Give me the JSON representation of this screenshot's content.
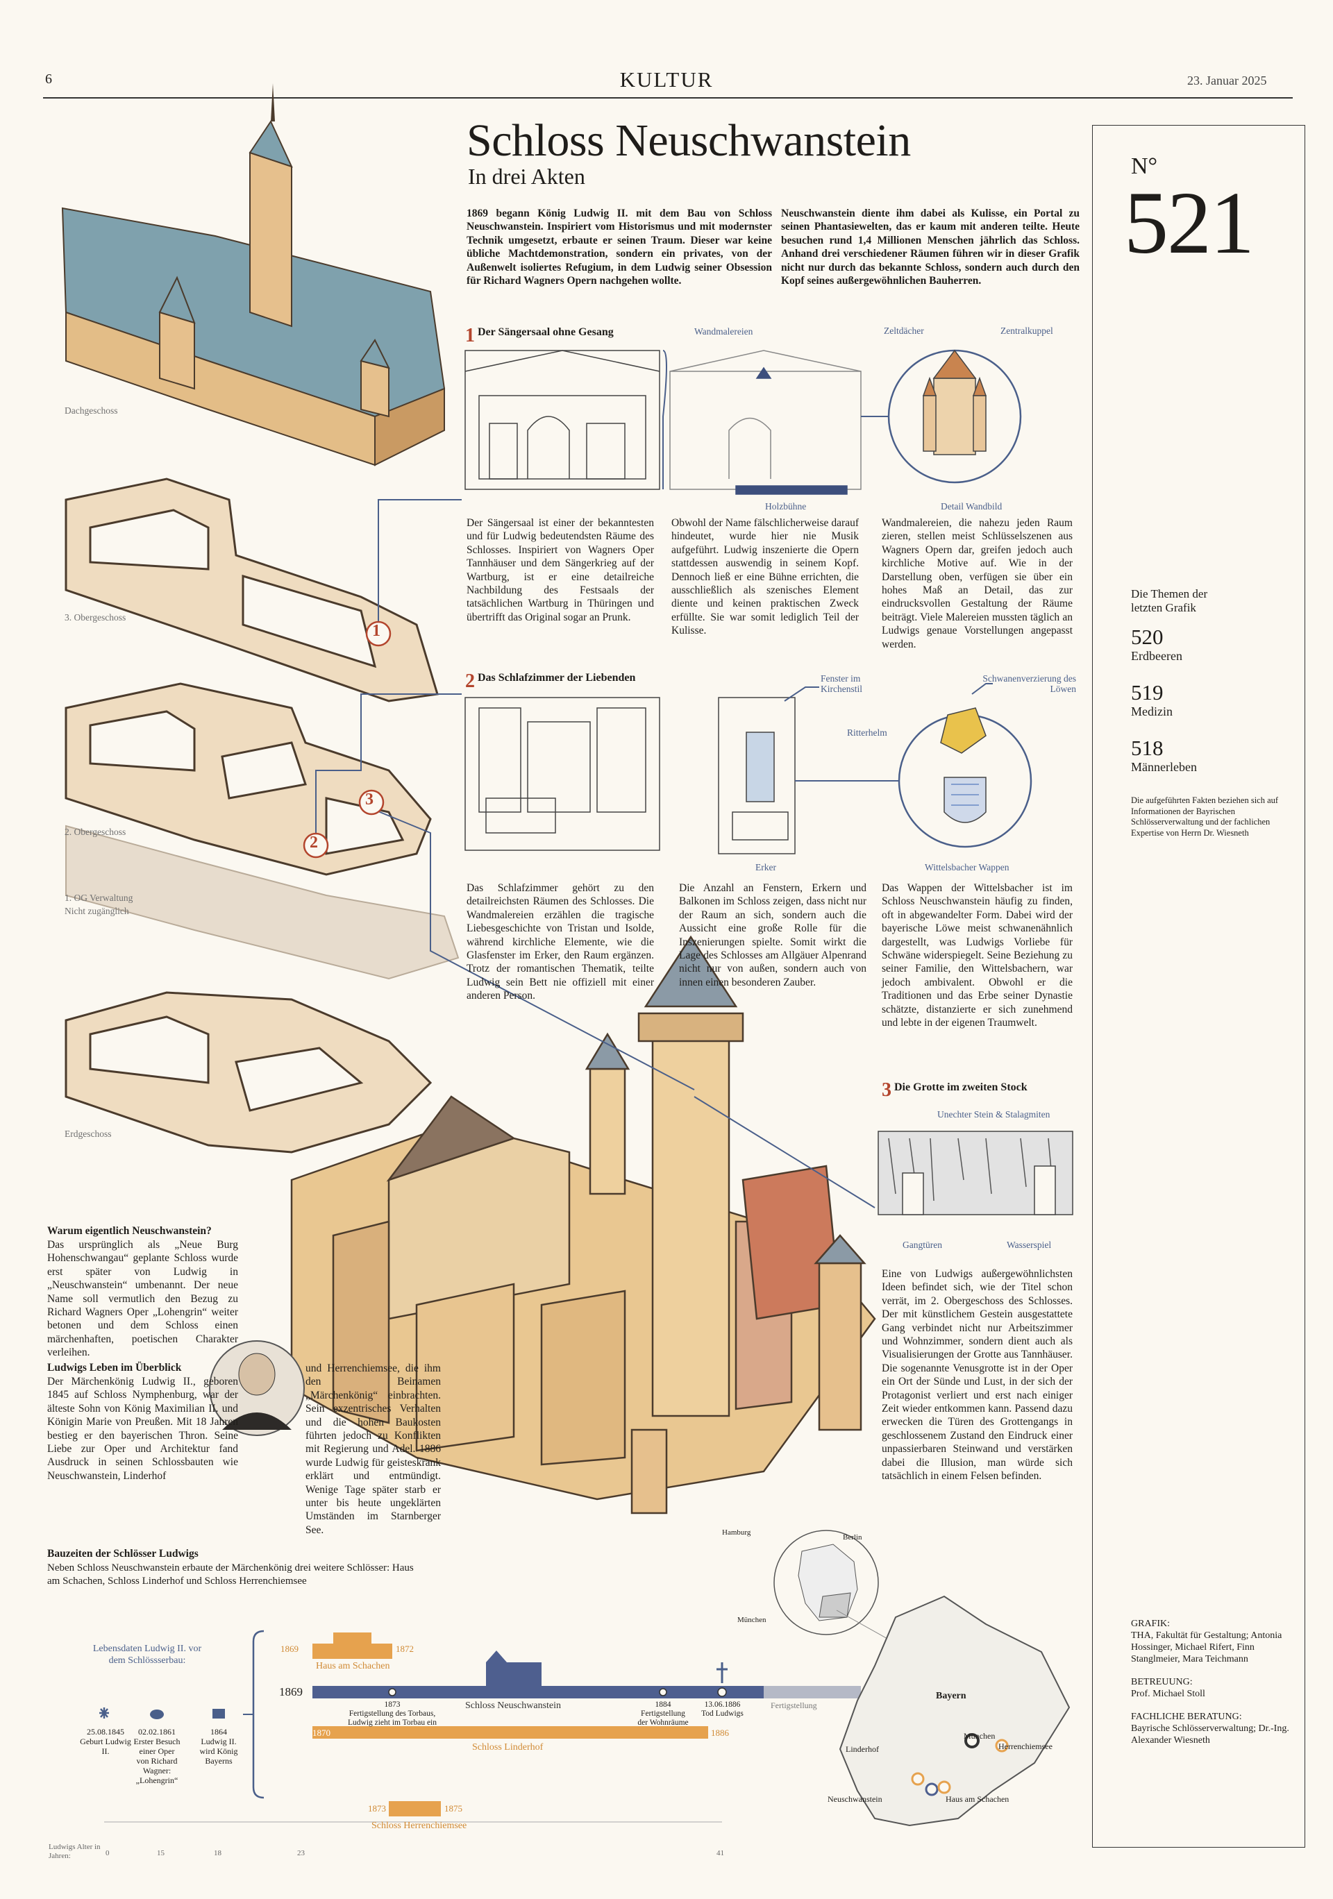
{
  "header": {
    "page_number": "6",
    "section": "KULTUR",
    "date": "23. Januar 2025"
  },
  "title": {
    "main": "Schloss Neuschwanstein",
    "sub": "In drei Akten"
  },
  "intro": {
    "col1": "1869 begann König Ludwig II. mit dem Bau von Schloss Neuschwanstein. Inspiriert vom Historismus und mit modernster Technik umgesetzt, erbaute er seinen Traum. Dieser war keine übliche Machtdemonstration, sondern ein privates, von der Außenwelt isoliertes Refugium, in dem Ludwig seiner Obsession für Richard Wagners Opern nachgehen wollte.",
    "col2": "Neuschwanstein diente ihm dabei als Kulisse, ein Portal zu seinen Phantasiewelten, das er kaum mit anderen teilte. Heute besuchen rund 1,4 Millionen Menschen jährlich das Schloss. Anhand drei verschiedener Räumen führen wir in dieser Grafik nicht nur durch das bekannte Schloss, sondern auch durch den Kopf seines außergewöhnlichen Bauherren."
  },
  "floors": {
    "dach": "Dachgeschoss",
    "og3": "3. Obergeschoss",
    "og2": "2. Obergeschoss",
    "og1": "1. OG Verwaltung",
    "og1_note": "Nicht zugänglich",
    "eg": "Erdgeschoss"
  },
  "markers": [
    "1",
    "2",
    "3"
  ],
  "section1": {
    "num": "1",
    "title": "Der Sängersaal ohne Gesang",
    "labels": {
      "wandmalereien": "Wandmalereien",
      "zeltdaecher": "Zeltdächer",
      "zentralkuppel": "Zentralkuppel",
      "holzbuehne": "Holzbühne",
      "detail": "Detail Wandbild"
    },
    "text1": "Der Sängersaal ist einer der bekanntesten und für Ludwig bedeutendsten Räume des Schlosses. Inspiriert von Wagners Oper Tannhäuser und dem Sängerkrieg auf der Wartburg, ist er eine detailreiche Nachbildung des Festsaals der tatsächlichen Wartburg in Thüringen und übertrifft das Original sogar an Prunk.",
    "text2": "Obwohl der Name fälschlicherweise darauf hindeutet, wurde hier nie Musik aufgeführt. Ludwig inszenierte die Opern stattdessen auswendig in seinem Kopf. Dennoch ließ er eine Bühne errichten, die ausschließlich als szenisches Element diente und keinen praktischen Zweck erfüllte. Sie war somit lediglich Teil der Kulisse.",
    "text3": "Wandmalereien, die nahezu jeden Raum zieren, stellen meist Schlüsselszenen aus Wagners Opern dar, greifen jedoch auch kirchliche Motive auf. Wie in der Darstellung oben, verfügen sie über ein hohes Maß an Detail, das zur eindrucksvollen Gestaltung der Räume beiträgt. Viele Malereien mussten täglich an Ludwigs genaue Vorstellungen angepasst werden."
  },
  "section2": {
    "num": "2",
    "title": "Das Schlafzimmer der Liebenden",
    "labels": {
      "fenster": "Fenster im Kirchenstil",
      "schwan": "Schwanenverzierung des Löwen",
      "ritterhelm": "Ritterhelm",
      "erker": "Erker",
      "wappen": "Wittelsbacher Wappen"
    },
    "text1": "Das Schlafzimmer gehört zu den detailreichsten Räumen des Schlosses. Die Wandmalereien erzählen die tragische Liebesgeschichte von Tristan und Isolde, während kirchliche Elemente, wie die Glasfenster im Erker, den Raum ergänzen. Trotz der romantischen Thematik, teilte Ludwig sein Bett nie offiziell mit einer anderen Person.",
    "text2": "Die Anzahl an Fenstern, Erkern und Balkonen im Schloss zeigen, dass nicht nur der Raum an sich, sondern auch die Aussicht eine große Rolle für die Inszenierungen spielte. Somit wirkt die Lage des Schlosses am Allgäuer Alpenrand nicht nur von außen, sondern auch von innen einen besonderen Zauber.",
    "text3": "Das Wappen der Wittelsbacher ist im Schloss Neuschwanstein häufig zu finden, oft in abgewandelter Form. Dabei wird der bayerische Löwe meist schwanenähnlich dargestellt, was Ludwigs Vorliebe für Schwäne widerspiegelt. Seine Beziehung zu seiner Familie, den Wittelsbachern, war jedoch ambivalent. Obwohl er die Traditionen und das Erbe seiner Dynastie schätzte, distanzierte er sich zunehmend und lebte in der eigenen Traumwelt."
  },
  "section3": {
    "num": "3",
    "title": "Die Grotte im zweiten Stock",
    "labels": {
      "stein": "Unechter Stein & Stalagmiten",
      "gangtueren": "Gangtüren",
      "wasserspiel": "Wasserspiel"
    },
    "text": "Eine von Ludwigs außergewöhnlichsten Ideen befindet sich, wie der Titel schon verrät, im 2. Obergeschoss des Schlosses. Der mit künstlichem Gestein ausgestattete Gang verbindet nicht nur Arbeitszimmer und Wohnzimmer, sondern dient auch als Visualisierungen der Grotte aus Tannhäuser. Die sogenannte Venusgrotte ist in der Oper ein Ort der Sünde und Lust, in der sich der Protagonist verliert und erst nach einiger Zeit wieder entkommen kann. Passend dazu erwecken die Türen des Grottengangs in geschlossenem Zustand den Eindruck einer unpassierbaren Steinwand und verstärken dabei die Illusion, man würde sich tatsächlich in einem Felsen befinden."
  },
  "why": {
    "title": "Warum eigentlich Neuschwanstein?",
    "text": "Das ursprünglich als „Neue Burg Hohenschwangau“ geplante Schloss wurde erst später von Ludwig in „Neuschwanstein“ umbenannt. Der neue Name soll vermutlich den Bezug zu Richard Wagners Oper „Lohengrin“ weiter betonen und dem Schloss einen märchenhaften, poetischen Charakter verleihen."
  },
  "life": {
    "title": "Ludwigs Leben im Überblick",
    "text1": "Der Märchenkönig Ludwig II., geboren 1845 auf Schloss Nymphenburg, war der älteste Sohn von König Maximilian II. und Königin Marie von Preußen. Mit 18 Jahren bestieg er den bayerischen Thron. Seine Liebe zur Oper und Architektur fand Ausdruck in seinen Schlossbauten wie Neuschwanstein, Linderhof",
    "text2": "und Herrenchiemsee, die ihm den Beinamen „Märchenkönig“ einbrachten. Sein exzentrisches Verhalten und die hohen Baukosten führten jedoch zu Konflikten mit Regierung und Adel. 1886 wurde Ludwig für geisteskrank erklärt und entmündigt. Wenige Tage später starb er unter bis heute ungeklärten Umständen im Starnberger See."
  },
  "timeline": {
    "title": "Bauzeiten der Schlösser Ludwigs",
    "subtitle": "Neben Schloss Neuschwanstein erbaute der Märchenkönig drei weitere Schlösser: Haus am Schachen, Schloss Linderhof und Schloss Herrenchiemsee",
    "life_title": "Lebensdaten Ludwig II. vor dem Schlössserbau:",
    "life_events": [
      {
        "date": "25.08.1845",
        "text": "Geburt Ludwig II."
      },
      {
        "date": "02.02.1861",
        "text": "Erster Besuch einer Oper von Richard Wagner: „Lohengrin“"
      },
      {
        "date": "1864",
        "text": "Ludwig II. wird König Bayerns"
      }
    ],
    "age_label": "Ludwigs Alter in Jahren:",
    "ages": [
      "0",
      "15",
      "18",
      "23",
      "41"
    ],
    "castles": [
      {
        "name": "Haus am Schachen",
        "start": "1869",
        "end": "1872"
      },
      {
        "name": "Schloss Neuschwanstein",
        "start": "1869",
        "end": "1892"
      },
      {
        "name": "Schloss Linderhof",
        "start": "1870",
        "end": "1886"
      },
      {
        "name": "Schloss Herrenchiemsee",
        "start": "1873",
        "end": "1875"
      }
    ],
    "neu_events": [
      {
        "date": "1873",
        "text": "Fertigstellung des Torbaus, Ludwig zieht im Torbau ein"
      },
      {
        "date": "1884",
        "text": "Fertigstellung der Wohnräume"
      },
      {
        "date": "13.06.1886",
        "text": "Tod Ludwigs"
      }
    ],
    "completion": "Fertigstellung"
  },
  "map": {
    "germany": {
      "hamburg": "Hamburg",
      "berlin": "Berlin",
      "muenchen": "München"
    },
    "bayern": "Bayern",
    "cities": {
      "muenchen": "München",
      "herrenchiemsee": "Herrenchiemsee",
      "linderhof": "Linderhof",
      "neuschwanstein": "Neuschwanstein",
      "schachen": "Haus am Schachen"
    }
  },
  "sidebar": {
    "no_label": "N°",
    "number": "521",
    "themes_title": "Die Themen der letzten Grafik",
    "themes": [
      {
        "num": "520",
        "name": "Erdbeeren"
      },
      {
        "num": "519",
        "name": "Medizin"
      },
      {
        "num": "518",
        "name": "Männerleben"
      }
    ],
    "note": "Die aufgeführten Fakten beziehen sich auf Informationen der Bayrischen Schlösserverwaltung und der fachlichen Expertise von Herrn Dr. Wiesneth",
    "credits": [
      {
        "label": "GRAFIK:",
        "text": "THA, Fakultät für Gestaltung; Antonia Hossinger, Michael Rifert, Finn Stanglmeier, Mara Teichmann"
      },
      {
        "label": "BETREUUNG:",
        "text": "Prof. Michael Stoll"
      },
      {
        "label": "FACHLICHE BERATUNG:",
        "text": "Bayrische Schlösserverwaltung; Dr.-Ing. Alexander Wiesneth"
      }
    ]
  },
  "colors": {
    "accent_red": "#b3452d",
    "line_blue": "#4a5f8a",
    "timeline_blue": "#4e5f8f",
    "orange": "#e6a24e",
    "roof_blue": "#7fa1ad"
  }
}
